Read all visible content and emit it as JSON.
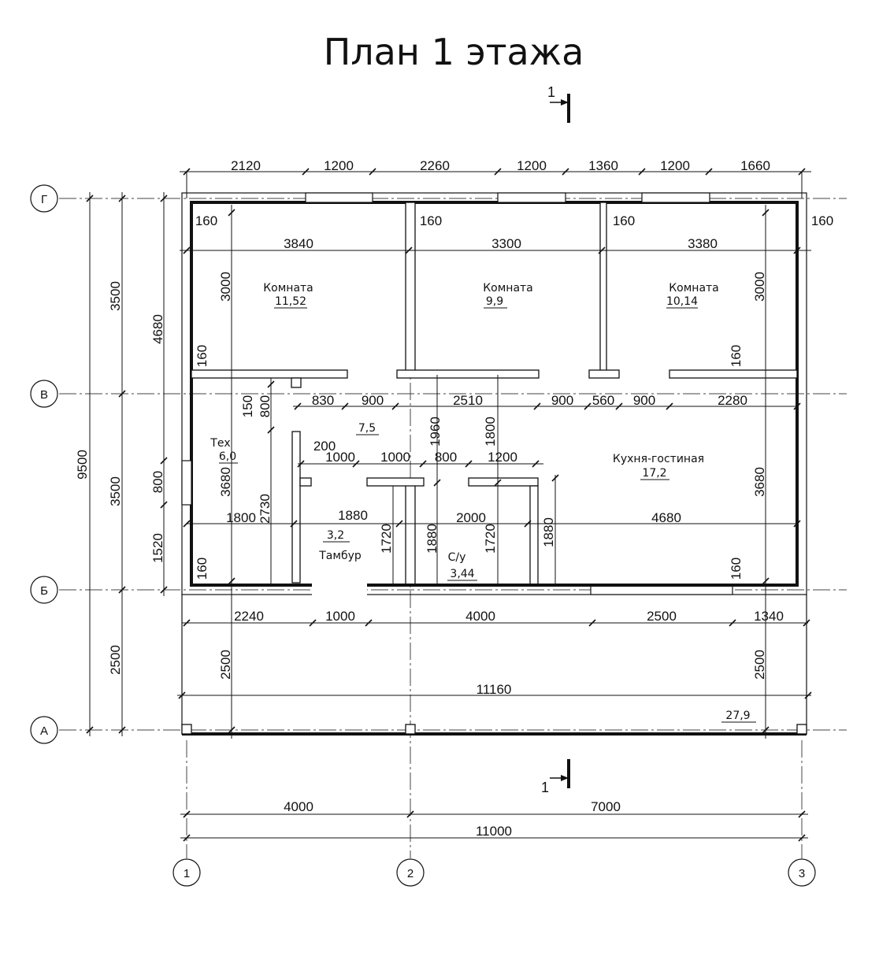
{
  "title": "План 1 этажа",
  "section": {
    "label": "1"
  },
  "axes": {
    "rows": [
      "Г",
      "В",
      "Б",
      "А"
    ],
    "cols": [
      "1",
      "2",
      "3"
    ]
  },
  "rooms": [
    {
      "name": "Комната",
      "area": "11,52"
    },
    {
      "name": "Комната",
      "area": "9,9"
    },
    {
      "name": "Комната",
      "area": "10,14"
    },
    {
      "name": "Тех",
      "area": "6,0"
    },
    {
      "name": "",
      "area": "7,5"
    },
    {
      "name": "Кухня-гостиная",
      "area": "17,2"
    },
    {
      "name": "Тамбур",
      "area": "3,2"
    },
    {
      "name": "С/у",
      "area": "3,44"
    },
    {
      "name": "",
      "area": "27,9"
    }
  ],
  "dims": {
    "top_chain": [
      "2120",
      "1200",
      "2260",
      "1200",
      "1360",
      "1200",
      "1660"
    ],
    "wall_160": "160",
    "room_widths": [
      "3840",
      "3300",
      "3380"
    ],
    "room_heights": "3000",
    "mid_chain": [
      "830",
      "900",
      "2510",
      "900",
      "560",
      "900",
      "2280"
    ],
    "small": [
      "150",
      "800",
      "200"
    ],
    "verticals_mid": [
      "1960",
      "1800"
    ],
    "door_chain": [
      "1000",
      "1000",
      "800",
      "1200"
    ],
    "lower_chain": [
      "1800",
      "1880",
      "2000",
      "4680"
    ],
    "lower_verticals": [
      "2730",
      "1720",
      "1880",
      "1720",
      "1880"
    ],
    "v3680": "3680",
    "terrace_chain": [
      "2240",
      "1000",
      "4000",
      "2500",
      "1340"
    ],
    "terrace_height": "2500",
    "total_inner": "11160",
    "axis_bottom": [
      "4000",
      "7000"
    ],
    "axis_total": "11000",
    "left_outer": [
      "3500",
      "3500",
      "2500"
    ],
    "left_total": "9500",
    "left_inner": [
      "4680",
      "800",
      "1520"
    ]
  }
}
